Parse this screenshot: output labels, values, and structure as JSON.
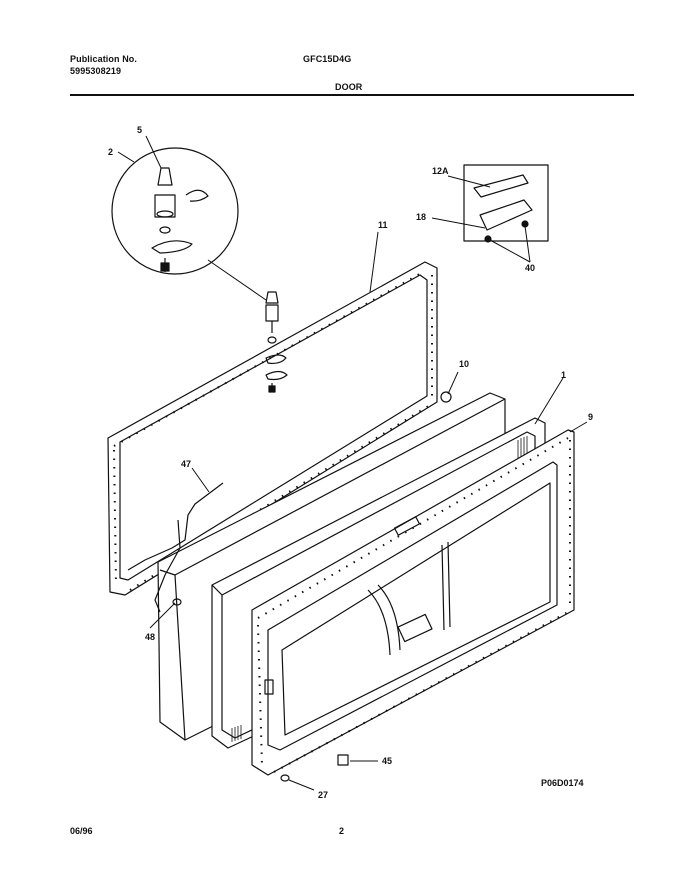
{
  "header": {
    "publication_label": "Publication No.",
    "publication_number": "5995308219",
    "model": "GFC15D4G",
    "section": "DOOR"
  },
  "callouts": {
    "c5": "5",
    "c2": "2",
    "c11": "11",
    "c12a": "12A",
    "c18": "18",
    "c40": "40",
    "c10": "10",
    "c1": "1",
    "c9": "9",
    "c47": "47",
    "c48": "48",
    "c45": "45",
    "c27": "27"
  },
  "figure_code": "P06D0174",
  "footer": {
    "date": "06/96",
    "page": "2"
  }
}
